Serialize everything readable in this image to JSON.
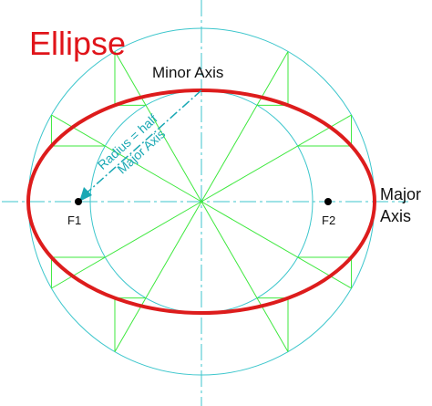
{
  "title": "Ellipse",
  "labels": {
    "minor_axis": "Minor Axis",
    "major_axis_line1": "Major",
    "major_axis_line2": "Axis",
    "focus1": "F1",
    "focus2": "F2",
    "radius_line1": "Radius = half",
    "radius_line2": "Major Axis"
  },
  "colors": {
    "ellipse": "#dd1c1c",
    "title": "#e0141a",
    "circles": "#3cc6cc",
    "construction": "#3ee83e",
    "radius": "#1aa8b4",
    "foci": "#000000",
    "text": "#111111"
  }
}
